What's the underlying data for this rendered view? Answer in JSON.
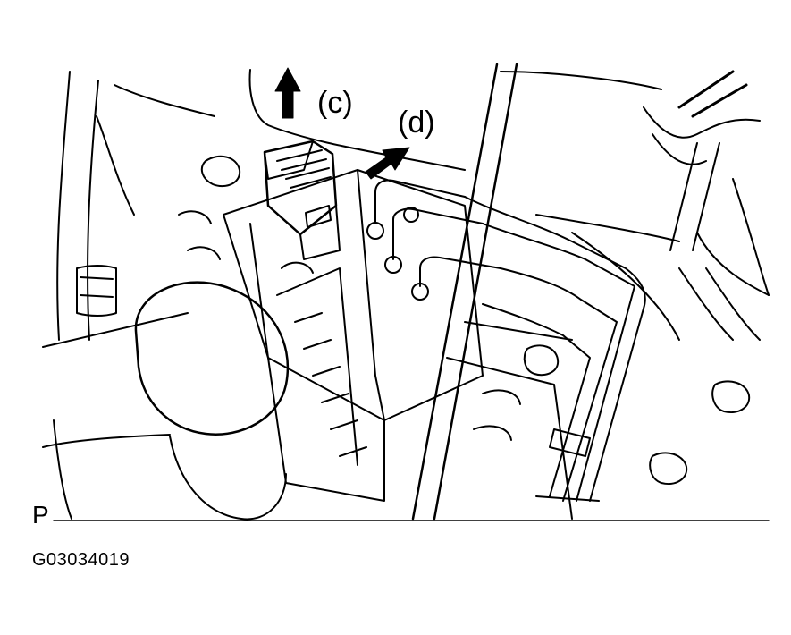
{
  "callouts": {
    "c": "(c)",
    "d": "(d)"
  },
  "view_code": "P",
  "figure_id": "G03034019",
  "colors": {
    "ink": "#000000",
    "paper": "#ffffff"
  }
}
